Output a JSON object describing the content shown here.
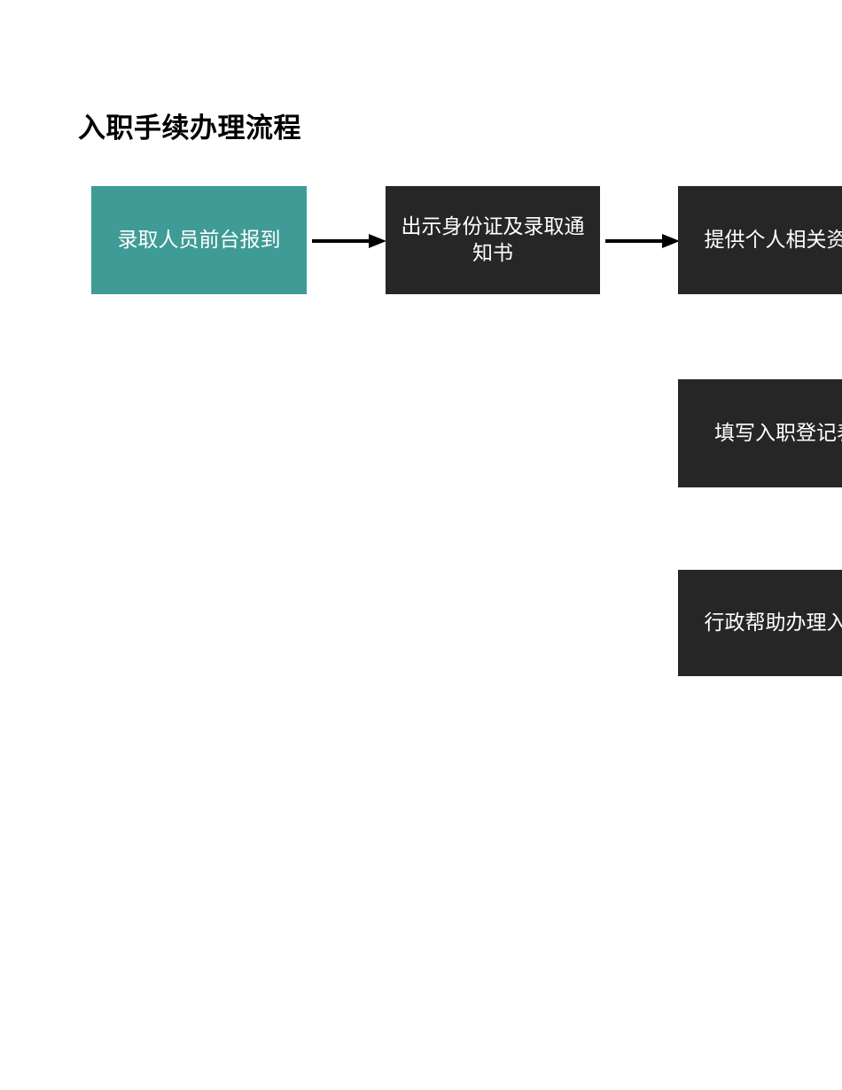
{
  "document": {
    "title": "入职手续办理流程",
    "background_color": "#ffffff"
  },
  "colors": {
    "accent_teal": "#3f9b96",
    "node_dark": "#262626",
    "arrow": "#000000",
    "node_text": "#ffffff",
    "title_text": "#000000"
  },
  "flowchart": {
    "type": "process-flow",
    "nodes": [
      {
        "id": "node-1",
        "label": "录取人员前台报到",
        "fill": "#3f9b96",
        "style": "teal",
        "clipped": false
      },
      {
        "id": "node-2",
        "label": "出示身份证及录取通知书",
        "fill": "#262626",
        "style": "dark",
        "clipped": false
      },
      {
        "id": "node-3",
        "label": "提供个人相关资料",
        "fill": "#262626",
        "style": "dark",
        "clipped": true
      },
      {
        "id": "node-4",
        "label": "填写入职登记表",
        "fill": "#262626",
        "style": "dark",
        "clipped": true
      },
      {
        "id": "node-5",
        "label": "行政帮助办理入职",
        "fill": "#262626",
        "style": "dark",
        "clipped": true
      }
    ],
    "connectors": [
      {
        "id": "arrow-1",
        "from": "node-1",
        "to": "node-2",
        "direction": "right",
        "color": "#000000"
      },
      {
        "id": "arrow-2",
        "from": "node-2",
        "to": "node-3",
        "direction": "right",
        "color": "#000000"
      }
    ]
  }
}
